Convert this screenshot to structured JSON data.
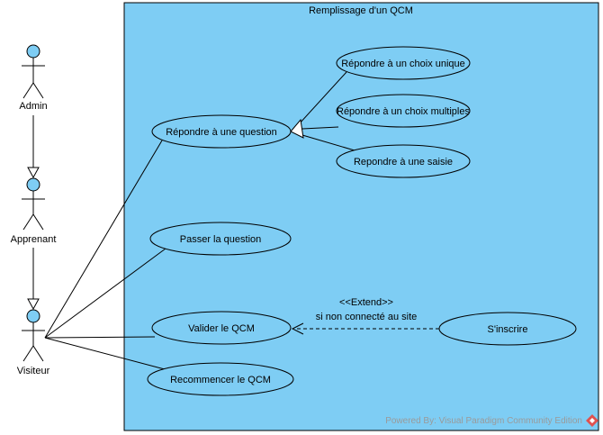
{
  "system": {
    "title": "Remplissage d'un QCM"
  },
  "actors": {
    "admin": "Admin",
    "apprenant": "Apprenant",
    "visiteur": "Visiteur"
  },
  "use_cases": {
    "repondre_question": "Répondre à une question",
    "choix_unique": "Répondre à un choix unique",
    "choix_multiples": "Répondre à un choix multiples",
    "saisie": "Repondre à une saisie",
    "passer": "Passer la question",
    "valider": "Valider le QCM",
    "recommencer": "Recommencer le QCM",
    "inscrire": "S'inscrire"
  },
  "extend": {
    "stereotype": "<<Extend>>",
    "condition": "si non connecté au site"
  },
  "watermark": "Powered By: Visual Paradigm Community Edition",
  "colors": {
    "system_fill": "#7ecdf4",
    "usecase_fill": "#7ecdf4",
    "actor_head": "#7ecdf4",
    "line": "#000000"
  }
}
